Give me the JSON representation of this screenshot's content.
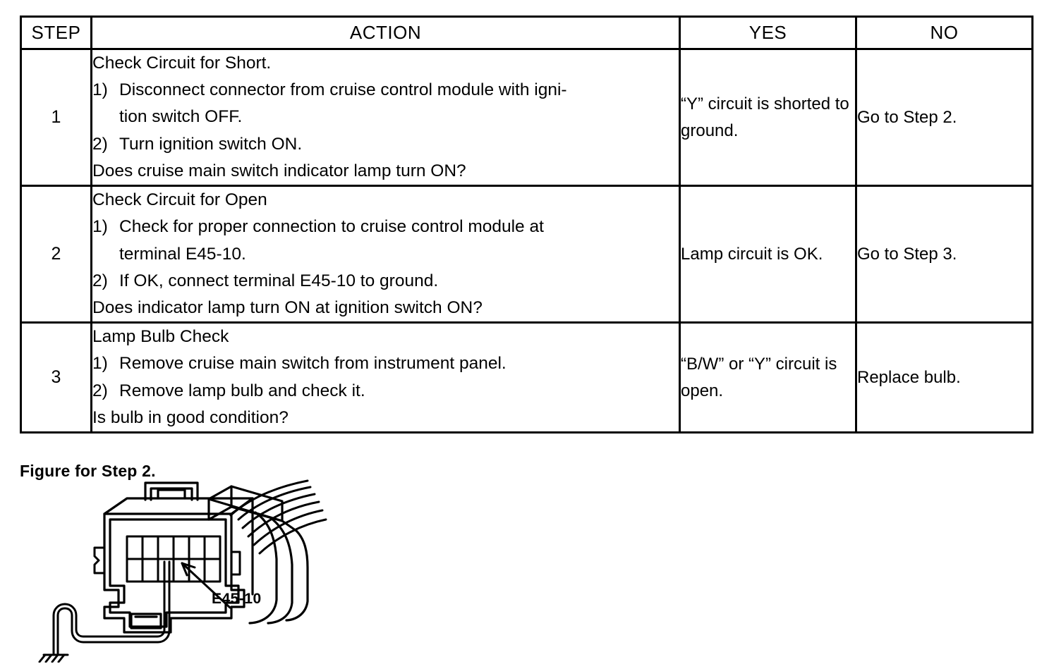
{
  "table": {
    "columns": [
      "STEP",
      "ACTION",
      "YES",
      "NO"
    ],
    "rows": [
      {
        "step": "1",
        "action": {
          "title": "Check Circuit for Short.",
          "items": [
            {
              "marker": "1)",
              "text": "Disconnect connector from cruise control module with igni-",
              "cont": "tion switch OFF."
            },
            {
              "marker": "2)",
              "text": "Turn ignition switch ON.",
              "cont": ""
            }
          ],
          "question": "Does cruise main switch indicator lamp turn ON?"
        },
        "yes": "“Y” circuit is shorted to ground.",
        "no": "Go to Step 2."
      },
      {
        "step": "2",
        "action": {
          "title": "Check Circuit for Open",
          "items": [
            {
              "marker": "1)",
              "text": "Check for proper connection to cruise control module at",
              "cont": "terminal E45-10."
            },
            {
              "marker": "2)",
              "text": "If OK, connect terminal E45-10 to ground.",
              "cont": ""
            }
          ],
          "question": "Does indicator lamp turn ON at ignition switch ON?"
        },
        "yes": "Lamp circuit is OK.",
        "no": "Go to Step 3."
      },
      {
        "step": "3",
        "action": {
          "title": "Lamp Bulb Check",
          "items": [
            {
              "marker": "1)",
              "text": "Remove cruise main switch from instrument panel.",
              "cont": ""
            },
            {
              "marker": "2)",
              "text": "Remove lamp bulb and check it.",
              "cont": ""
            }
          ],
          "question": "Is bulb in good condition?"
        },
        "yes": "“B/W” or “Y” circuit is open.",
        "no": "Replace bulb."
      }
    ]
  },
  "figure": {
    "caption": "Figure for Step 2.",
    "terminal_label": "E45-10",
    "connector": {
      "pin_rows": 2,
      "pin_columns": 6
    }
  },
  "colors": {
    "line": "#000000",
    "background": "#ffffff"
  }
}
